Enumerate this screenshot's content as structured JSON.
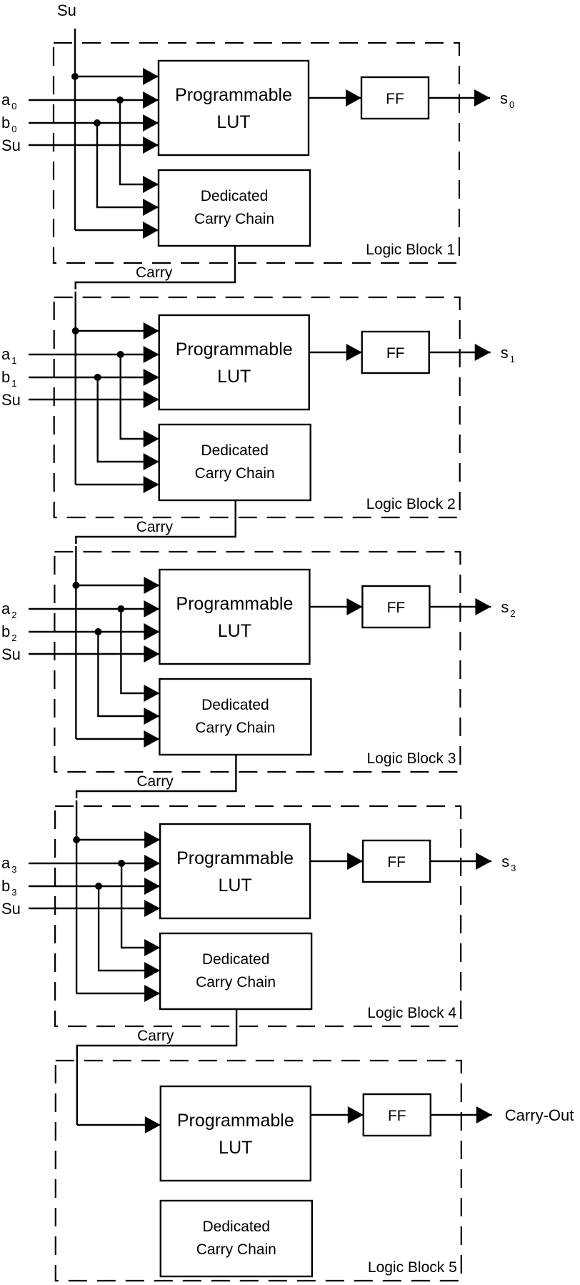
{
  "top_input": "Su",
  "lut_label": [
    "Programmable",
    "LUT"
  ],
  "carry_chain_label": [
    "Dedicated",
    "Carry Chain"
  ],
  "ff_label": "FF",
  "carry_label": "Carry",
  "blocks": [
    {
      "title": "Logic Block 1",
      "inputs": [
        {
          "name": "a",
          "sub": "0"
        },
        {
          "name": "b",
          "sub": "0"
        },
        {
          "name": "Su",
          "sub": ""
        }
      ],
      "output": {
        "name": "s",
        "sub": "0"
      }
    },
    {
      "title": "Logic Block 2",
      "inputs": [
        {
          "name": "a",
          "sub": "1"
        },
        {
          "name": "b",
          "sub": "1"
        },
        {
          "name": "Su",
          "sub": ""
        }
      ],
      "output": {
        "name": "s",
        "sub": "1"
      }
    },
    {
      "title": "Logic Block 3",
      "inputs": [
        {
          "name": "a",
          "sub": "2"
        },
        {
          "name": "b",
          "sub": "2"
        },
        {
          "name": "Su",
          "sub": ""
        }
      ],
      "output": {
        "name": "s",
        "sub": "2"
      }
    },
    {
      "title": "Logic Block 4",
      "inputs": [
        {
          "name": "a",
          "sub": "3"
        },
        {
          "name": "b",
          "sub": "3"
        },
        {
          "name": "Su",
          "sub": ""
        }
      ],
      "output": {
        "name": "s",
        "sub": "3"
      }
    },
    {
      "title": "Logic Block 5",
      "inputs": [],
      "output": {
        "name": "Carry-Out",
        "sub": ""
      }
    }
  ]
}
